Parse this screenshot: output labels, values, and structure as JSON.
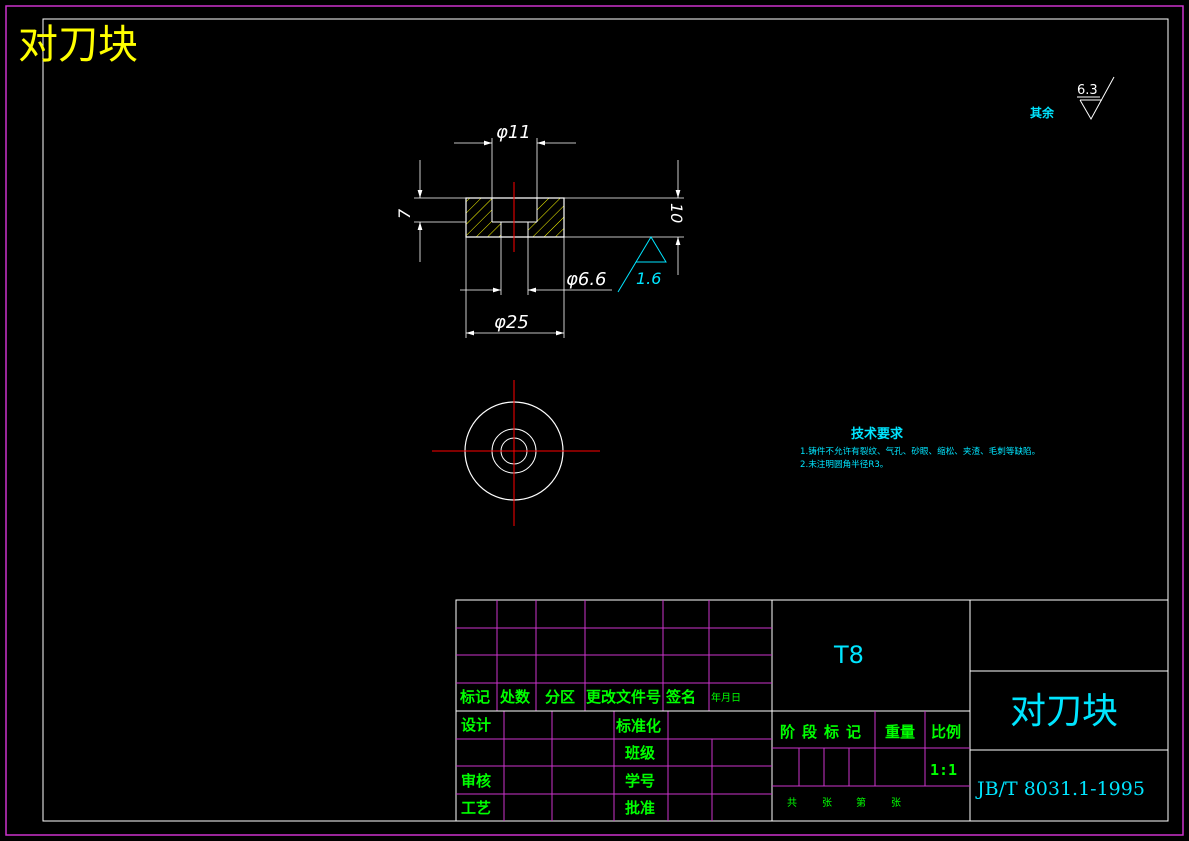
{
  "drawing": {
    "corner_title": "对刀块",
    "colors": {
      "border": "#cc33cc",
      "frame": "#ffffff",
      "title_yellow": "#ffff00",
      "dim_white": "#ffffff",
      "cyan": "#00e5ff",
      "green": "#00ff00",
      "center_red": "#ff0000",
      "grid_magenta": "#cc33cc"
    },
    "roughness_general": {
      "label": "其余",
      "value": "6.3"
    },
    "front_view": {
      "dims": {
        "d_top": "φ11",
        "d_hole": "φ6.6",
        "d_outer": "φ25",
        "h_step": "7",
        "h_total": "10"
      },
      "roughness_bottom": "1.6"
    },
    "tech_req": {
      "title": "技术要求",
      "items": [
        "1.铸件不允许有裂纹、气孔、砂眼、缩松、夹渣、毛刺等缺陷。",
        "2.未注明圆角半径R3。"
      ]
    },
    "title_block": {
      "material": "T8",
      "part_name": "对刀块",
      "drawing_no": "JB/T 8031.1-1995",
      "header_row": {
        "mark": "标记",
        "count": "处数",
        "zone": "分区",
        "doc": "更改文件号",
        "sign": "签名",
        "date": "年月日"
      },
      "design": "设计",
      "standardize": "标准化",
      "class": "班级",
      "review": "审核",
      "student_no": "学号",
      "process": "工艺",
      "approve": "批准",
      "stage_mark": "阶段标记",
      "weight": "重量",
      "scale_label": "比例",
      "scale_value": "1:1",
      "sheets": {
        "total": "共",
        "zhang1": "张",
        "di": "第",
        "zhang2": "张"
      }
    }
  }
}
